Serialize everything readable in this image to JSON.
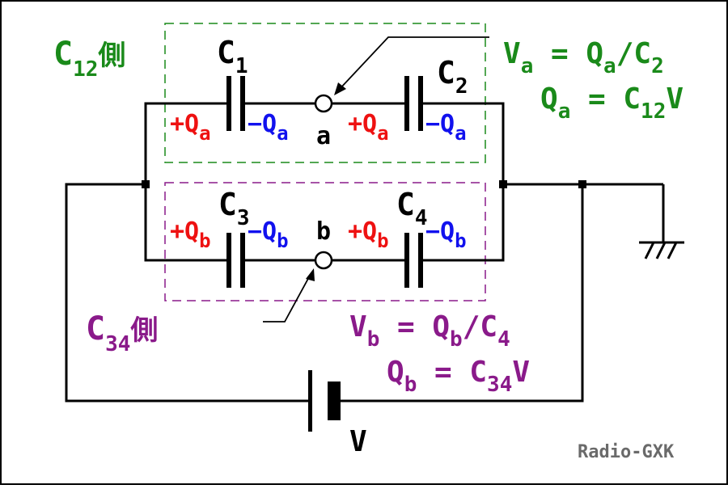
{
  "colors": {
    "wire": "#000000",
    "green": "#1a8a1a",
    "purple": "#8a1a8a",
    "red": "#ee1111",
    "blue": "#1111ee",
    "watermark": "#6a6a6a"
  },
  "groups": {
    "c12_label": "C",
    "c12_sub": "12",
    "c12_suffix": "側",
    "c34_label": "C",
    "c34_sub": "34",
    "c34_suffix": "側"
  },
  "capacitors": {
    "c1": {
      "name": "C",
      "sub": "1"
    },
    "c2": {
      "name": "C",
      "sub": "2"
    },
    "c3": {
      "name": "C",
      "sub": "3"
    },
    "c4": {
      "name": "C",
      "sub": "4"
    }
  },
  "charges": {
    "plus": "+Q",
    "minus": "−Q",
    "sub_a": "a",
    "sub_b": "b"
  },
  "nodes": {
    "a": "a",
    "b": "b"
  },
  "equations": {
    "va": {
      "v": "V",
      "vs": "a",
      "eq": " = Q",
      "qs": "a",
      "div": "/C",
      "cs": "2"
    },
    "qa": {
      "q": "Q",
      "qs": "a",
      "eq": " = C",
      "cs": "12",
      "v": "V"
    },
    "vb": {
      "v": "V",
      "vs": "b",
      "eq": " = Q",
      "qs": "b",
      "div": "/C",
      "cs": "4"
    },
    "qb": {
      "q": "Q",
      "qs": "b",
      "eq": " = C",
      "cs": "34",
      "v": "V"
    }
  },
  "battery_label": "V",
  "watermark": "Radio-GXK"
}
